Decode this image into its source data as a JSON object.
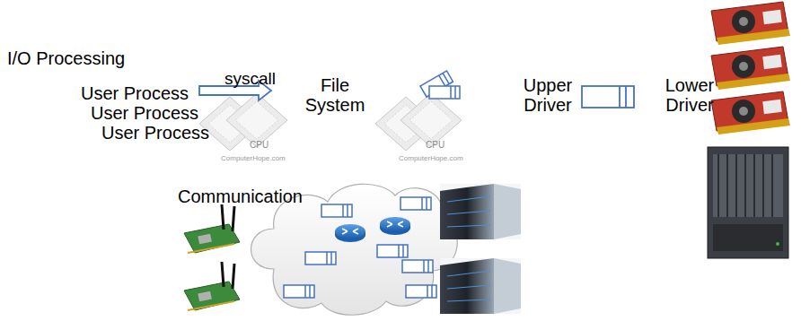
{
  "diagram": {
    "labels": [
      "I/O Processing",
      "User Process",
      "User Process",
      "User Process",
      "syscall",
      "File System",
      "Upper Driver",
      "Lower Driver",
      "Communication",
      "ComputerHope.com",
      "ComputerHope.com",
      "CPU",
      "CPU"
    ]
  }
}
